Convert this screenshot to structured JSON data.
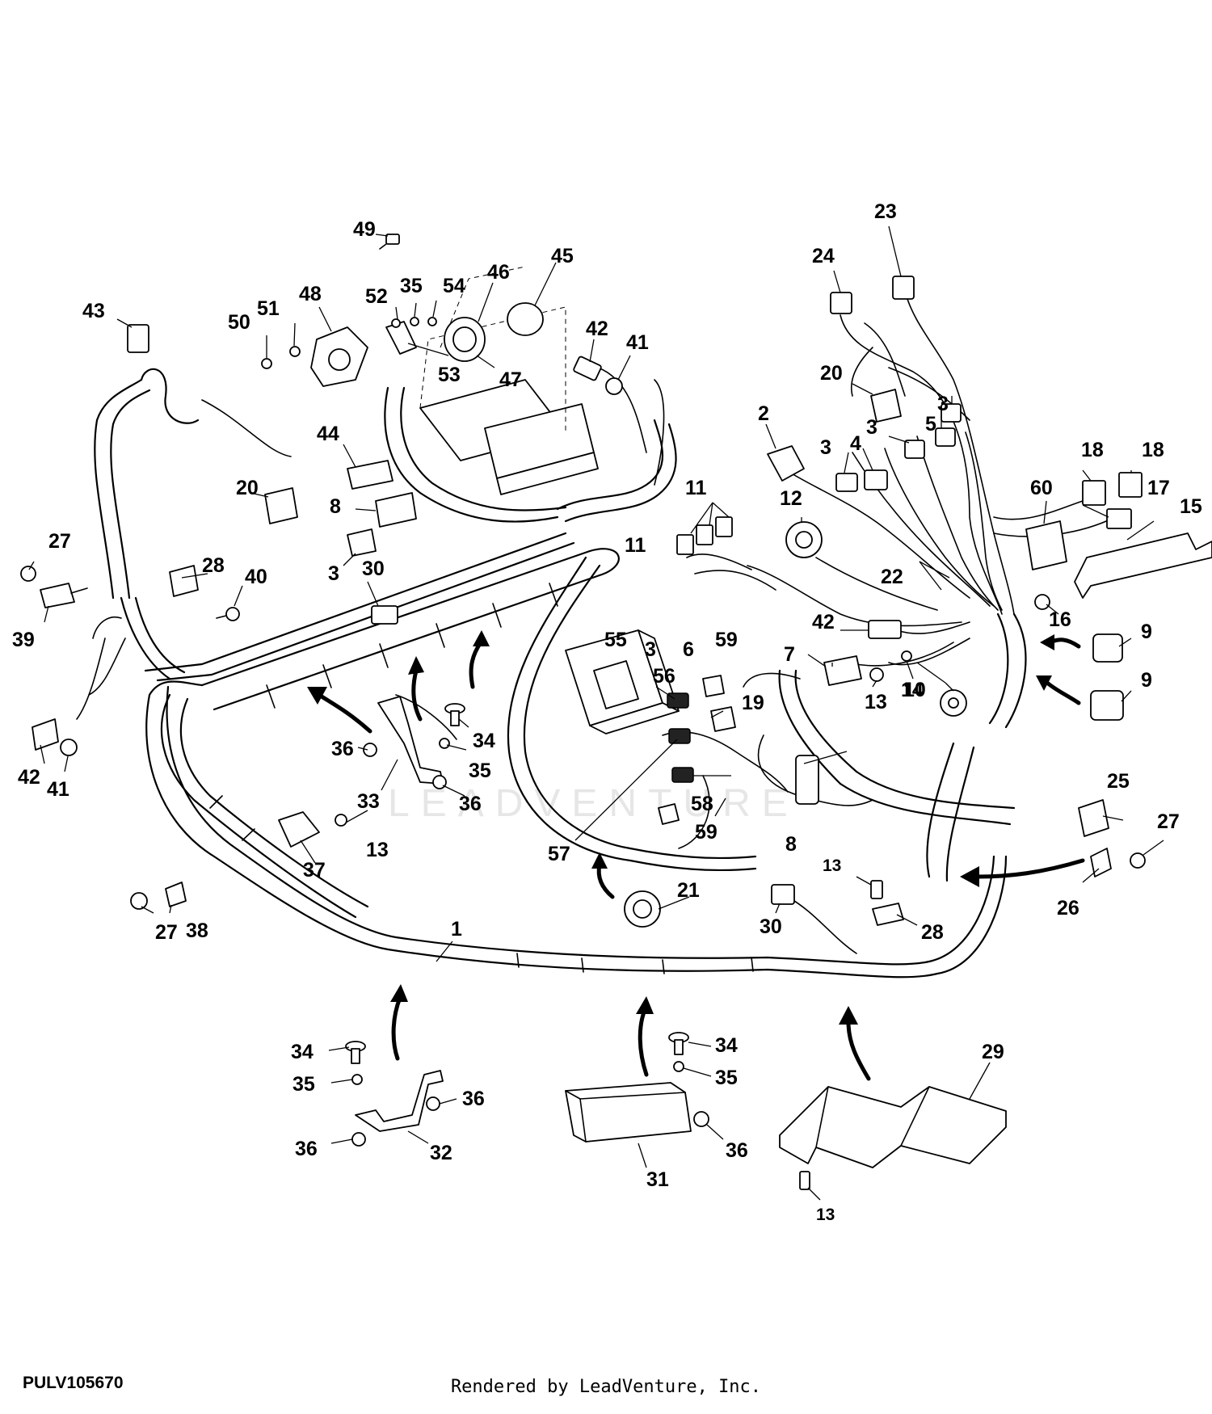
{
  "diagram_code": "PULV105670",
  "render_credit": "Rendered by LeadVenture, Inc.",
  "watermark": "LEADVENTURE",
  "callouts": [
    {
      "id": "c1",
      "label": "1"
    },
    {
      "id": "c2",
      "label": "2"
    },
    {
      "id": "c3a",
      "label": "3"
    },
    {
      "id": "c3b",
      "label": "3"
    },
    {
      "id": "c3c",
      "label": "3"
    },
    {
      "id": "c3d",
      "label": "3"
    },
    {
      "id": "c3e",
      "label": "3"
    },
    {
      "id": "c4",
      "label": "4"
    },
    {
      "id": "c5",
      "label": "5"
    },
    {
      "id": "c6",
      "label": "6"
    },
    {
      "id": "c7",
      "label": "7"
    },
    {
      "id": "c8a",
      "label": "8"
    },
    {
      "id": "c8b",
      "label": "8"
    },
    {
      "id": "c9a",
      "label": "9"
    },
    {
      "id": "c9b",
      "label": "9"
    },
    {
      "id": "c10",
      "label": "10"
    },
    {
      "id": "c11a",
      "label": "11"
    },
    {
      "id": "c11b",
      "label": "11"
    },
    {
      "id": "c12",
      "label": "12"
    },
    {
      "id": "c13a",
      "label": "13"
    },
    {
      "id": "c13b",
      "label": "13"
    },
    {
      "id": "c13c",
      "label": "13"
    },
    {
      "id": "c13d",
      "label": "13"
    },
    {
      "id": "c14",
      "label": "14"
    },
    {
      "id": "c15",
      "label": "15"
    },
    {
      "id": "c16",
      "label": "16"
    },
    {
      "id": "c17",
      "label": "17"
    },
    {
      "id": "c18a",
      "label": "18"
    },
    {
      "id": "c18b",
      "label": "18"
    },
    {
      "id": "c19",
      "label": "19"
    },
    {
      "id": "c20a",
      "label": "20"
    },
    {
      "id": "c20b",
      "label": "20"
    },
    {
      "id": "c21",
      "label": "21"
    },
    {
      "id": "c22",
      "label": "22"
    },
    {
      "id": "c23",
      "label": "23"
    },
    {
      "id": "c24",
      "label": "24"
    },
    {
      "id": "c25",
      "label": "25"
    },
    {
      "id": "c26",
      "label": "26"
    },
    {
      "id": "c27a",
      "label": "27"
    },
    {
      "id": "c27b",
      "label": "27"
    },
    {
      "id": "c27c",
      "label": "27"
    },
    {
      "id": "c28a",
      "label": "28"
    },
    {
      "id": "c28b",
      "label": "28"
    },
    {
      "id": "c29",
      "label": "29"
    },
    {
      "id": "c30a",
      "label": "30"
    },
    {
      "id": "c30b",
      "label": "30"
    },
    {
      "id": "c31",
      "label": "31"
    },
    {
      "id": "c32",
      "label": "32"
    },
    {
      "id": "c33",
      "label": "33"
    },
    {
      "id": "c34a",
      "label": "34"
    },
    {
      "id": "c34b",
      "label": "34"
    },
    {
      "id": "c34c",
      "label": "34"
    },
    {
      "id": "c35a",
      "label": "35"
    },
    {
      "id": "c35b",
      "label": "35"
    },
    {
      "id": "c35c",
      "label": "35"
    },
    {
      "id": "c35d",
      "label": "35"
    },
    {
      "id": "c36a",
      "label": "36"
    },
    {
      "id": "c36b",
      "label": "36"
    },
    {
      "id": "c36c",
      "label": "36"
    },
    {
      "id": "c36d",
      "label": "36"
    },
    {
      "id": "c36e",
      "label": "36"
    },
    {
      "id": "c37",
      "label": "37"
    },
    {
      "id": "c38",
      "label": "38"
    },
    {
      "id": "c39",
      "label": "39"
    },
    {
      "id": "c40",
      "label": "40"
    },
    {
      "id": "c41a",
      "label": "41"
    },
    {
      "id": "c41b",
      "label": "41"
    },
    {
      "id": "c42a",
      "label": "42"
    },
    {
      "id": "c42b",
      "label": "42"
    },
    {
      "id": "c42c",
      "label": "42"
    },
    {
      "id": "c43",
      "label": "43"
    },
    {
      "id": "c44",
      "label": "44"
    },
    {
      "id": "c45",
      "label": "45"
    },
    {
      "id": "c46",
      "label": "46"
    },
    {
      "id": "c47",
      "label": "47"
    },
    {
      "id": "c48",
      "label": "48"
    },
    {
      "id": "c49",
      "label": "49"
    },
    {
      "id": "c50",
      "label": "50"
    },
    {
      "id": "c51",
      "label": "51"
    },
    {
      "id": "c52",
      "label": "52"
    },
    {
      "id": "c53",
      "label": "53"
    },
    {
      "id": "c54",
      "label": "54"
    },
    {
      "id": "c55",
      "label": "55"
    },
    {
      "id": "c56",
      "label": "56"
    },
    {
      "id": "c57",
      "label": "57"
    },
    {
      "id": "c58",
      "label": "58"
    },
    {
      "id": "c59a",
      "label": "59"
    },
    {
      "id": "c59b",
      "label": "59"
    },
    {
      "id": "c60",
      "label": "60"
    }
  ]
}
